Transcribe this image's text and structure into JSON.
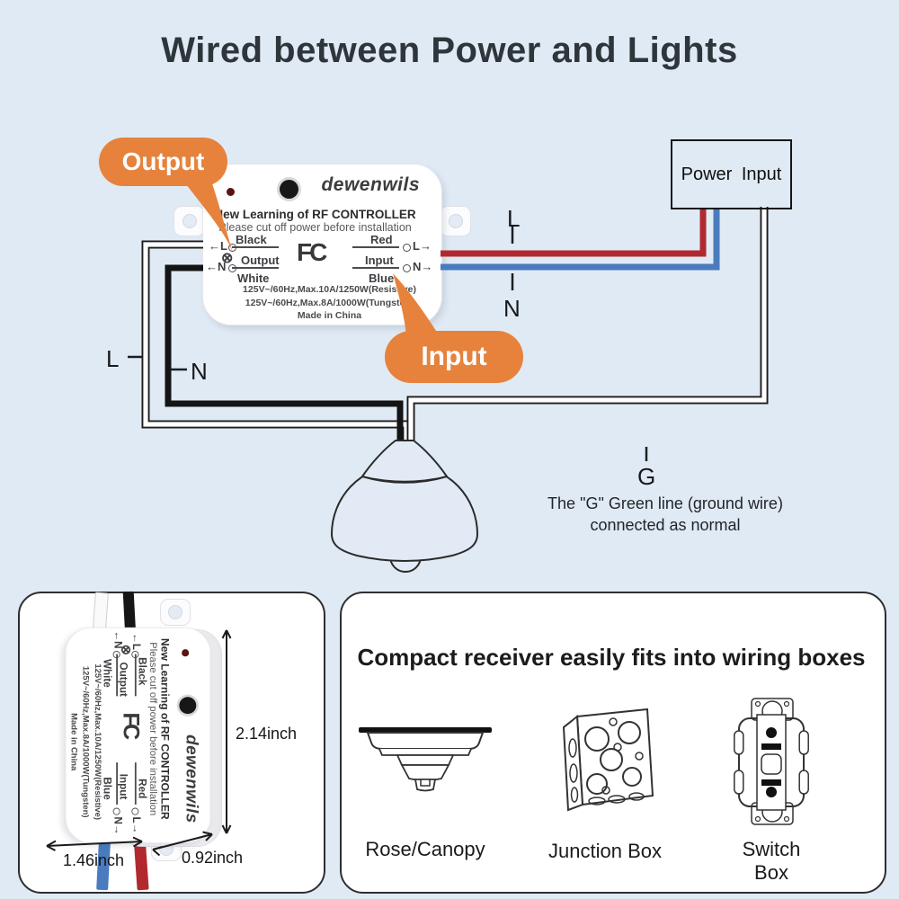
{
  "title": "Wired between Power and Lights",
  "badges": {
    "output": "Output",
    "input": "Input"
  },
  "power_box": {
    "label": "Power Input"
  },
  "wire_labels": {
    "top_l": "L",
    "top_n": "N",
    "left_l": "L",
    "left_n": "N"
  },
  "ground": {
    "g": "G",
    "note1": "The \"G\" Green line (ground wire)",
    "note2": "connected as normal"
  },
  "receiver": {
    "brand": "dewenwils",
    "name": "New Learning of RF CONTROLLER",
    "warning": "Please cut off power before installation",
    "fcc": "FC",
    "terminals": {
      "left_l": "←L",
      "left_wire_top": "Black",
      "lamp_symbol": "⊗",
      "output": "Output",
      "left_n": "←N",
      "left_wire_bottom": "White",
      "right_wire_top": "Red",
      "right_l": "L→",
      "input": "Input",
      "right_wire_bottom": "Blue",
      "right_n": "N→"
    },
    "rating_resistive": "125V~/60Hz,Max.10A/1250W(Resistive)",
    "rating_tungsten": "125V~/60Hz,Max.8A/1000W(Tungsten)",
    "origin": "Made in China"
  },
  "dimensions": {
    "height": "2.14inch",
    "width": "1.46inch",
    "depth": "0.92inch"
  },
  "fits_panel": {
    "heading": "Compact receiver easily fits into wiring boxes",
    "items": [
      {
        "icon": "ceiling-rose-icon",
        "label": "Rose/Canopy"
      },
      {
        "icon": "junction-box-icon",
        "label": "Junction Box"
      },
      {
        "icon": "switch-box-icon",
        "label": "Switch Box"
      }
    ]
  },
  "colors": {
    "background": "#E0EAF4",
    "accent_orange": "#E6823C",
    "wire_red": "#B1292F",
    "wire_blue": "#4A7BBE",
    "wire_black": "#141414",
    "wire_white": "#FFFFFF"
  }
}
